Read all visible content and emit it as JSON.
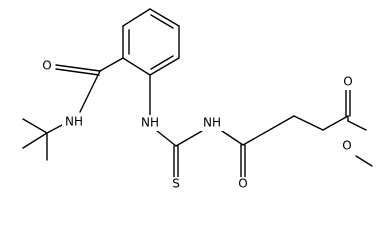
{
  "structure": {
    "atoms": {
      "o_amide": "O",
      "nh_tbutyl": "NH",
      "nh_aryl": "NH",
      "nh_acyl": "NH",
      "s_thio": "S",
      "o_ketone": "O",
      "o_ester_carbonyl": "O",
      "o_ester_methoxy": "O"
    }
  }
}
